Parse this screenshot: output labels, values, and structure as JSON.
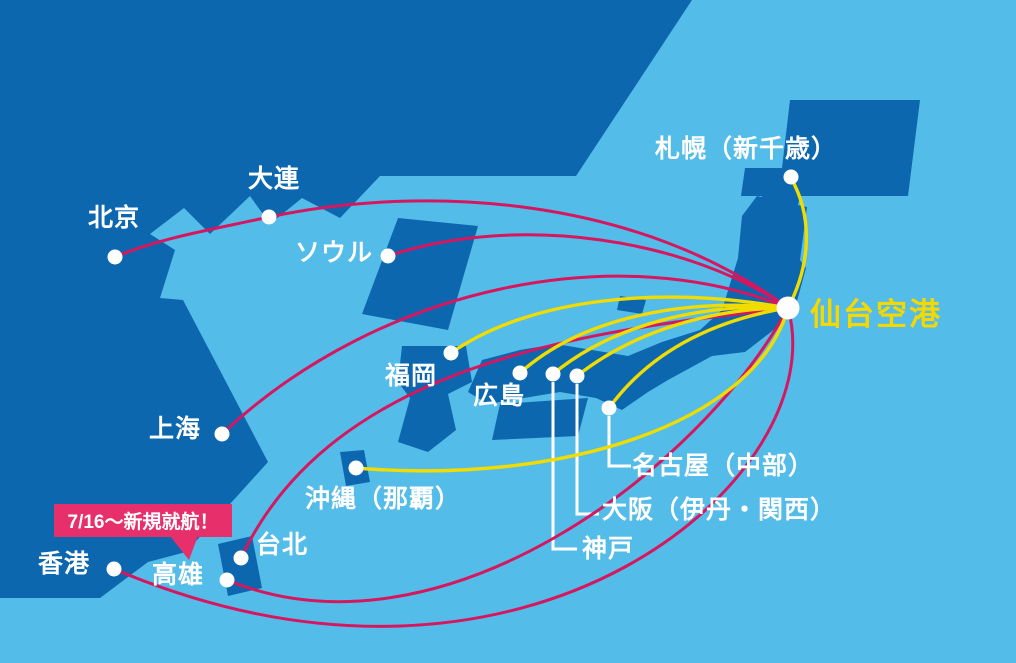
{
  "hub": {
    "label": "仙台空港"
  },
  "badge": {
    "text": "7/16〜新規就航！",
    "points_to": "高雄"
  },
  "cities": {
    "sapporo": {
      "label": "札幌（新千歳）",
      "route_color": "yellow"
    },
    "beijing": {
      "label": "北京",
      "route_color": "magenta"
    },
    "dalian": {
      "label": "大連",
      "route_color": "magenta"
    },
    "seoul": {
      "label": "ソウル",
      "route_color": "magenta"
    },
    "shanghai": {
      "label": "上海",
      "route_color": "magenta"
    },
    "hongkong": {
      "label": "香港",
      "route_color": "magenta"
    },
    "kaohsiung": {
      "label": "高雄",
      "route_color": "magenta"
    },
    "taipei": {
      "label": "台北",
      "route_color": "magenta"
    },
    "okinawa": {
      "label": "沖縄（那覇）",
      "route_color": "yellow"
    },
    "fukuoka": {
      "label": "福岡",
      "route_color": "yellow"
    },
    "hiroshima": {
      "label": "広島",
      "route_color": "yellow"
    },
    "kobe": {
      "label": "神戸",
      "route_color": "yellow"
    },
    "osaka": {
      "label": "大阪（伊丹・関西）",
      "route_color": "yellow"
    },
    "nagoya": {
      "label": "名古屋（中部）",
      "route_color": "yellow"
    }
  },
  "routes": {
    "domestic": [
      "札幌（新千歳）",
      "名古屋（中部）",
      "大阪（伊丹・関西）",
      "神戸",
      "広島",
      "福岡",
      "沖縄（那覇）"
    ],
    "international": [
      "北京",
      "大連",
      "ソウル",
      "上海",
      "台北",
      "高雄",
      "香港"
    ]
  },
  "colors": {
    "sea": "#54bce8",
    "land": "#0c67af",
    "domestic_line": "#f0dc00",
    "international_line": "#d6175f",
    "hub_label": "#f5d800",
    "badge_bg": "#e72f6b",
    "marker": "#ffffff"
  }
}
